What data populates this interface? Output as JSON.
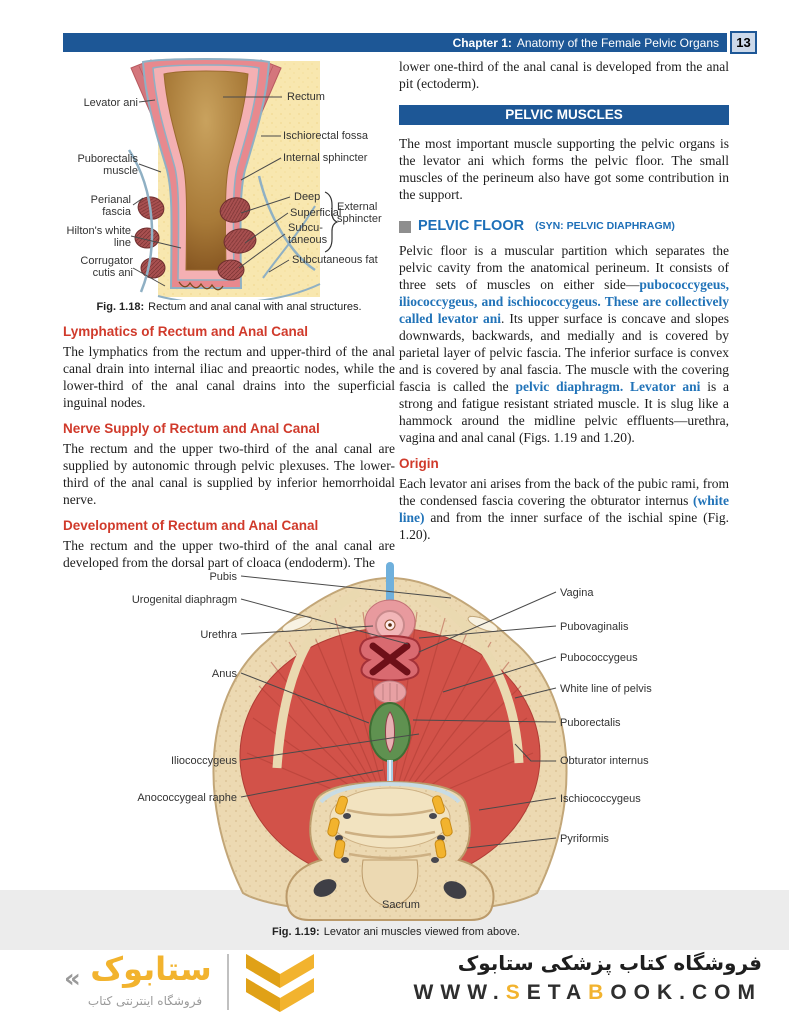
{
  "header": {
    "chapter_label": "Chapter 1:",
    "chapter_title": "Anatomy of the Female Pelvic Organs",
    "page_number": "13"
  },
  "fig118": {
    "labels": {
      "levator_ani": "Levator ani",
      "puborectalis": "Puborectalis muscle",
      "perianal_fascia": "Perianal fascia",
      "hiltons_white_line": "Hilton's white line",
      "corrugator": "Corrugator cutis ani",
      "rectum": "Rectum",
      "ischiorectal_fossa": "Ischiorectal fossa",
      "internal_sphincter": "Internal sphincter",
      "deep": "Deep",
      "superficial": "Superficial",
      "subcu_line1": "Subcu-",
      "subcu_line2": "taneous",
      "external_sphincter": "External sphincter",
      "subcutaneous_fat": "Subcutaneous fat"
    },
    "caption_label": "Fig. 1.18:",
    "caption_text": "Rectum and anal canal with anal structures."
  },
  "left_sections": [
    {
      "heading": "Lymphatics of Rectum and Anal Canal",
      "body": "The lymphatics from the rectum and upper-third of the anal canal drain into internal iliac and preaortic nodes, while the lower-third of the anal canal drains into the superficial inguinal nodes."
    },
    {
      "heading": "Nerve Supply of Rectum and Anal Canal",
      "body": "The rectum and the upper two-third of the anal canal are supplied by autonomic through pelvic plexuses. The lower-third of the anal canal is supplied by inferior hemorrhoidal nerve."
    },
    {
      "heading": "Development of Rectum and Anal Canal",
      "body": "The rectum and the upper two-third of the anal canal are developed from the dorsal part of cloaca (endoderm). The"
    }
  ],
  "right_col": {
    "continuation": "lower one-third of the anal canal is developed from the anal pit (ectoderm).",
    "banner": "PELVIC MUSCLES",
    "pelvic_muscles_text": "The most important muscle supporting the pelvic organs is the levator ani which forms the pelvic floor. The small muscles of the perineum also have got some contribution in the support.",
    "pelvic_floor_heading": "PELVIC FLOOR",
    "pelvic_floor_syn": "(SYN: PELVIC DIAPHRAGM)",
    "pelvic_floor_paragraph": [
      {
        "t": "Pelvic floor is a muscular partition which separates the pelvic cavity from the anatomical perineum. It consists of three sets of muscles on either side—"
      },
      {
        "t": "pubococcygeus, iliococcygeus, and ischiococcygeus. These are collectively called levator ani",
        "cls": "hl"
      },
      {
        "t": ". Its upper surface is concave and slopes downwards, backwards, and medially and is covered by parietal layer of pelvic fascia. The inferior surface is convex and is covered by anal fascia. The muscle with the covering fascia is called the "
      },
      {
        "t": "pelvic diaphragm.",
        "cls": "hl"
      },
      {
        "t": " "
      },
      {
        "t": "Levator ani",
        "cls": "hl"
      },
      {
        "t": " is a strong and fatigue resistant striated muscle. It is slug like a hammock around the midline pelvic effluents—urethra, vagina and anal canal (Figs. 1.19 and 1.20)."
      }
    ],
    "origin_heading": "Origin",
    "origin_paragraph": [
      {
        "t": "Each levator ani arises from the back of the pubic rami, from the condensed fascia covering the obturator internus "
      },
      {
        "t": "(white line)",
        "cls": "hl"
      },
      {
        "t": " and from the inner surface of the ischial spine (Fig. 1.20)."
      }
    ]
  },
  "fig119": {
    "labels_left": [
      "Pubis",
      "Urogenital diaphragm",
      "Urethra",
      "Anus",
      "Iliococcygeus",
      "Anococcygeal raphe"
    ],
    "labels_right": [
      "Vagina",
      "Pubovaginalis",
      "Pubococcygeus",
      "White line of pelvis",
      "Puborectalis",
      "Obturator internus",
      "Ischiococcygeus",
      "Pyriformis"
    ],
    "sacrum": "Sacrum",
    "caption_label": "Fig. 1.19:",
    "caption_text": "Levator ani muscles viewed from above."
  },
  "footer": {
    "logo_mark": "«",
    "logo_text": "ستابوک",
    "logo_tagline": "فروشگاه اینترنتی کتاب",
    "store_title_fa": "فروشگاه کتاب پزشکی ستابوک",
    "url_segments": [
      {
        "t": "WWW."
      },
      {
        "t": "S",
        "cls": "yel"
      },
      {
        "t": "ETA"
      },
      {
        "t": "B",
        "cls": "yel"
      },
      {
        "t": "OOK.COM"
      }
    ]
  },
  "colors": {
    "header_blue": "#1d5796",
    "heading_red": "#d03a2b",
    "link_blue": "#2173b8",
    "accent_yellow": "#f2b32e"
  }
}
